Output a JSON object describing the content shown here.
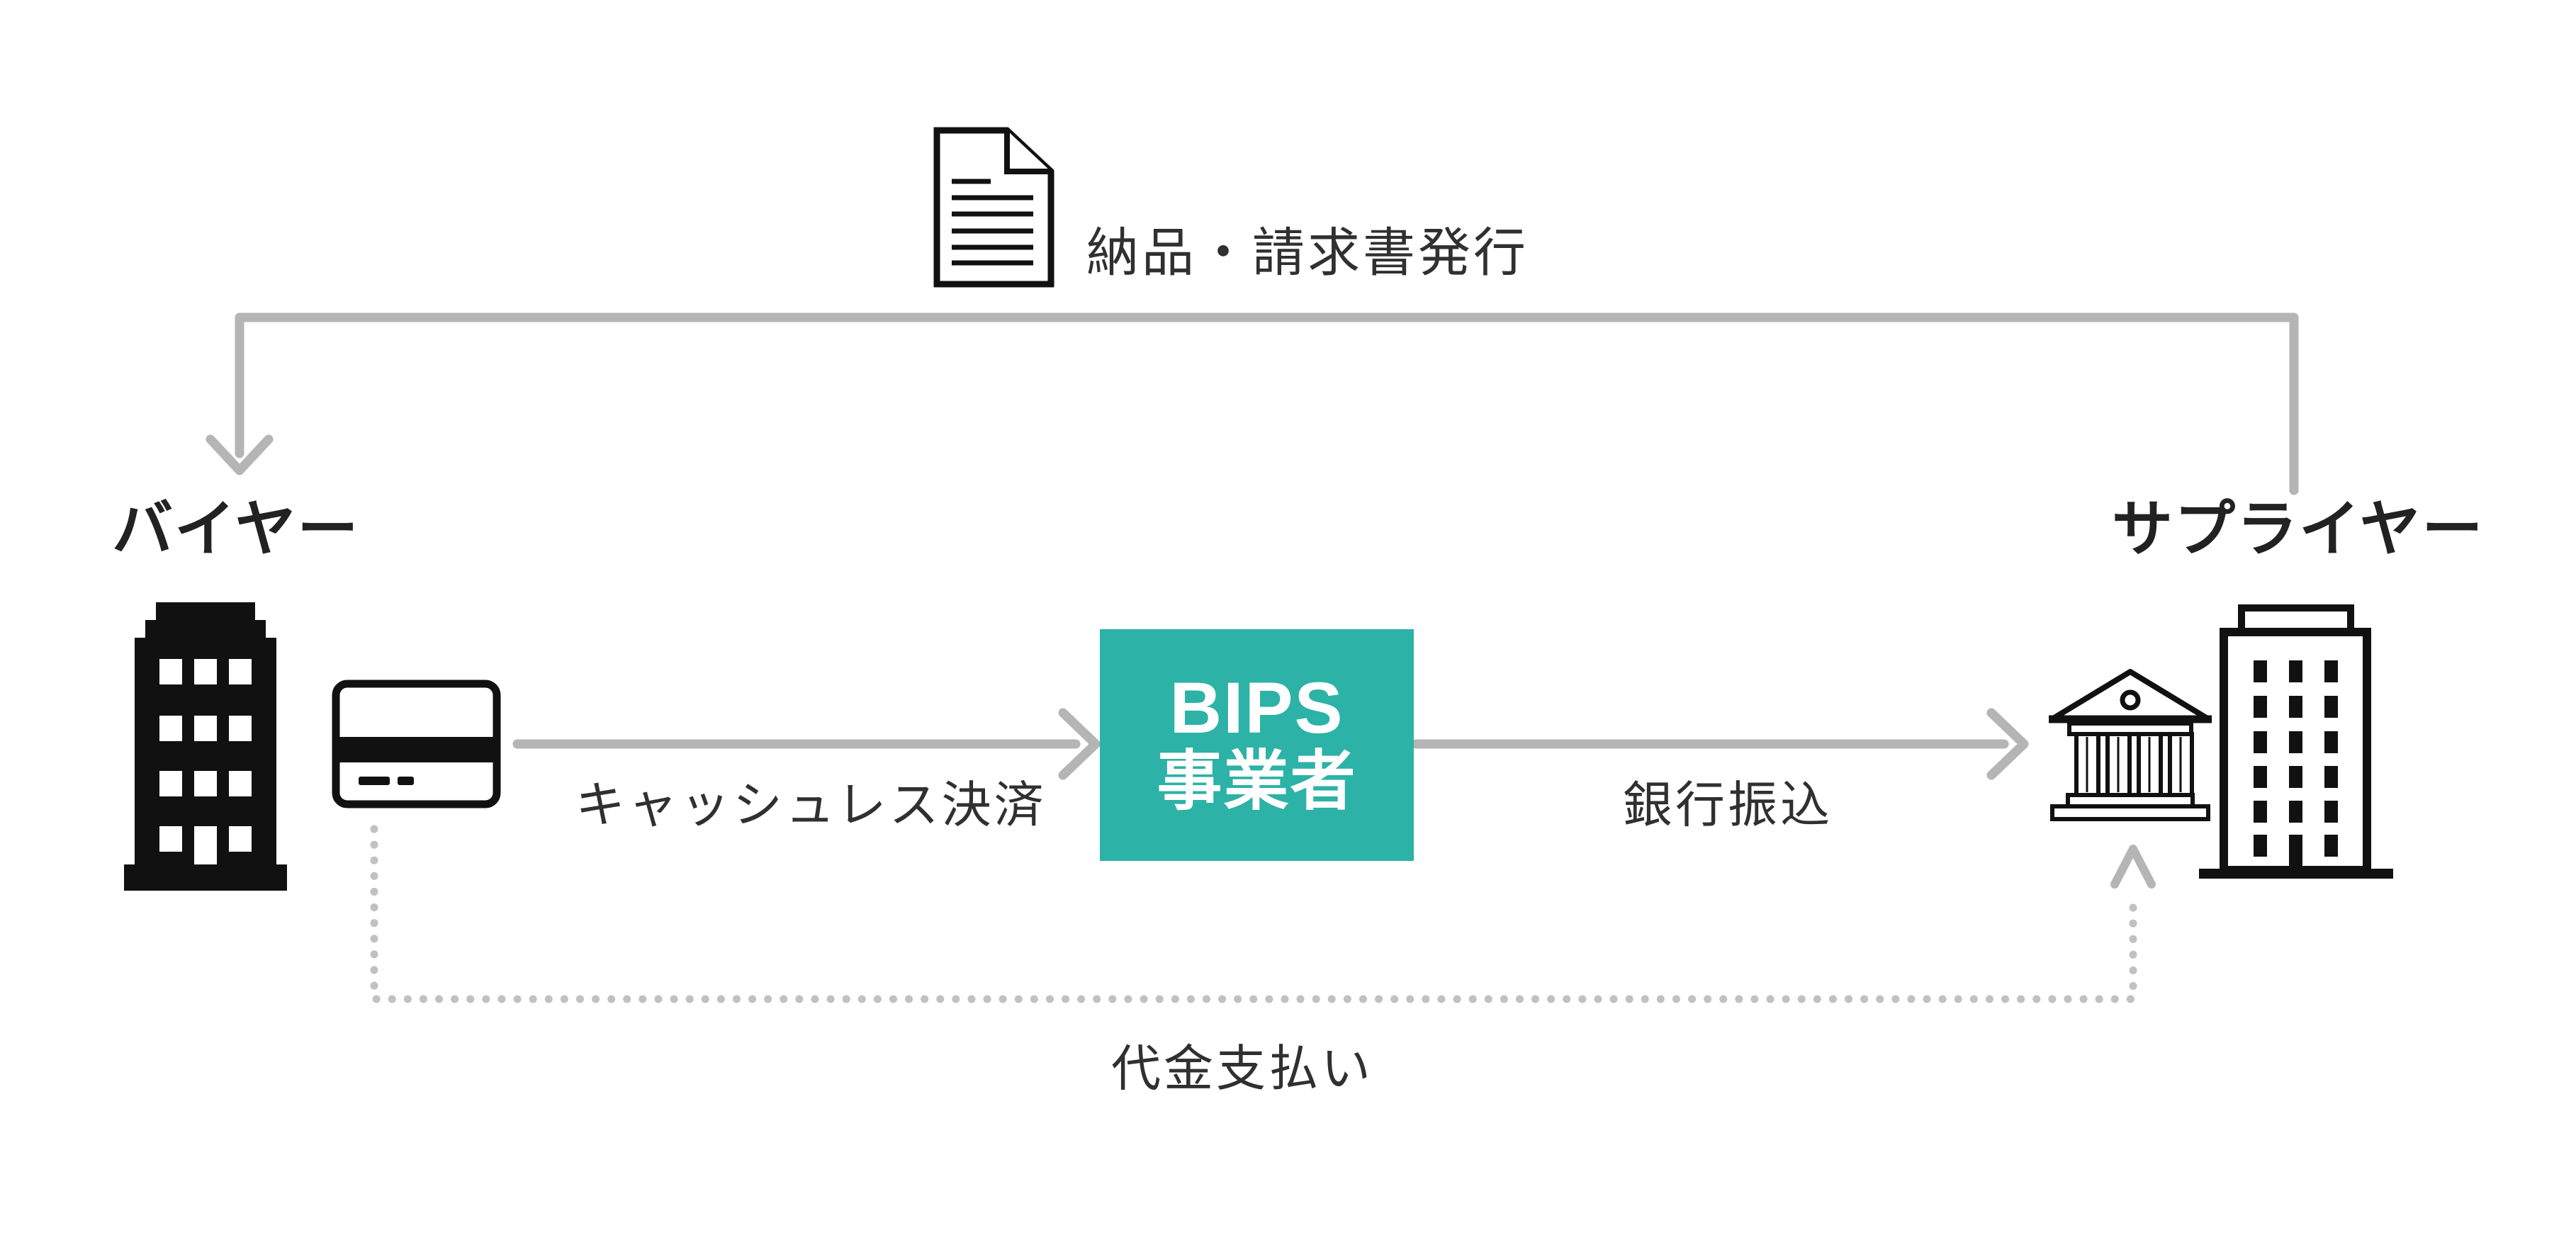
{
  "page": {
    "background": "#ffffff"
  },
  "nodes": {
    "buyer": {
      "label": "バイヤー"
    },
    "bips": {
      "line1": "BIPS",
      "line2": "事業者"
    },
    "supplier": {
      "label": "サプライヤー"
    }
  },
  "flows": {
    "invoice": {
      "label": "納品・請求書発行"
    },
    "cashless": {
      "label": "キャッシュレス決済"
    },
    "bank_transfer": {
      "label": "銀行振込"
    },
    "payment": {
      "label": "代金支払い"
    }
  },
  "icons": {
    "document": "document-icon",
    "buyer_building": "building-solid-icon",
    "credit_card": "credit-card-icon",
    "bank": "bank-icon",
    "supplier_building": "building-outline-icon"
  },
  "colors": {
    "teal": "#2db2a7",
    "arrow_gray": "#b5b5b5",
    "dot_gray": "#c1c1c1",
    "icon_black": "#111111",
    "label_text": "#303030",
    "node_label_text": "#222222",
    "bips_text": "#ffffff"
  }
}
